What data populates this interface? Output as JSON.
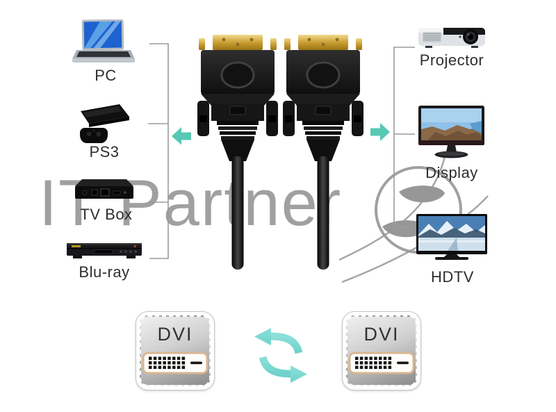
{
  "watermark": {
    "text": "IT Partner"
  },
  "left_devices": [
    {
      "label": "PC"
    },
    {
      "label": "PS3"
    },
    {
      "label": "TV Box"
    },
    {
      "label": "Blu-ray"
    }
  ],
  "right_devices": [
    {
      "label": "Projector"
    },
    {
      "label": "Display"
    },
    {
      "label": "HDTV"
    }
  ],
  "badges": {
    "left_label": "DVI",
    "right_label": "DVI"
  },
  "colors": {
    "accent_teal": "#56C8B4",
    "swap_teal": "#7FD9D3",
    "watermark_gray": "#989898",
    "bracket_gray": "#9B9B9B",
    "gold": "#C69A2E"
  }
}
